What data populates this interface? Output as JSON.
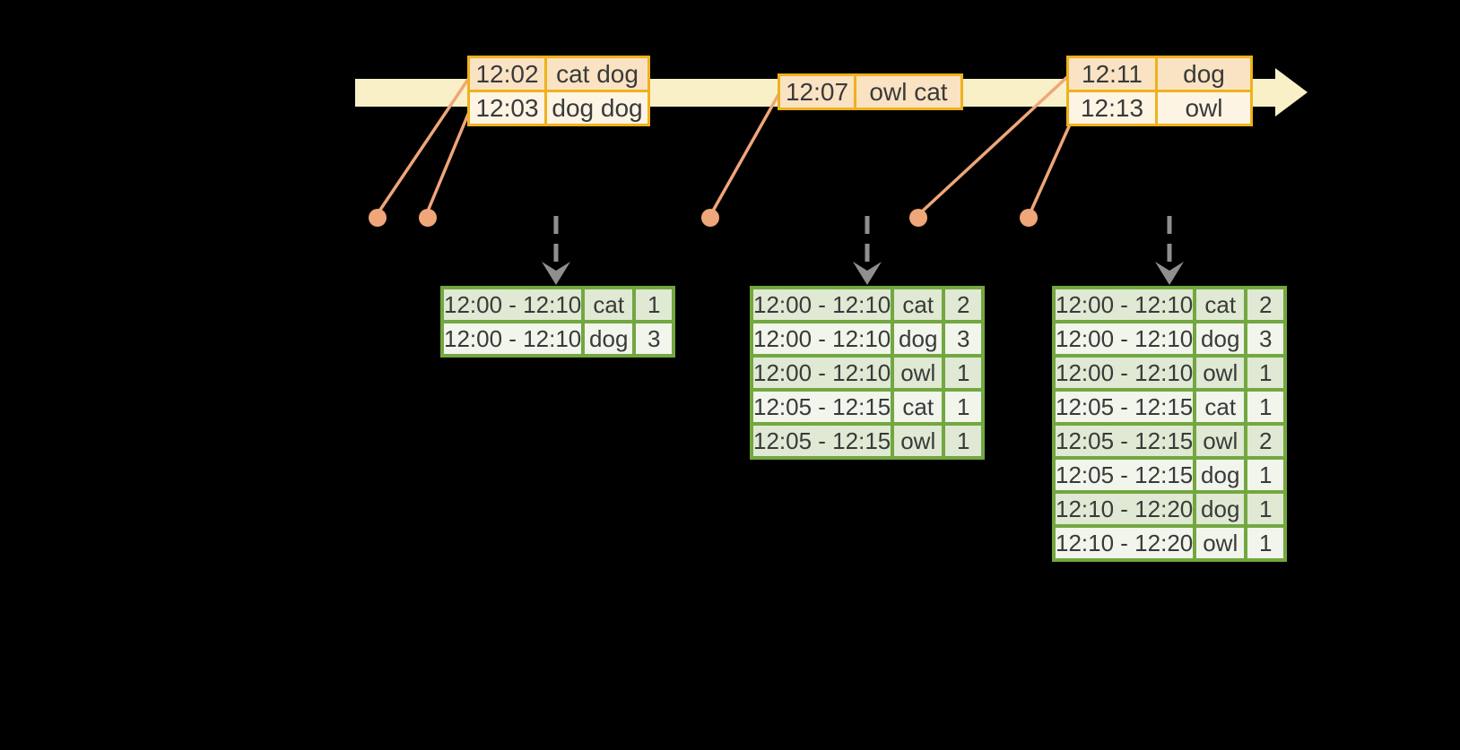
{
  "colors": {
    "background": "#000000",
    "timeline-fill": "#FAF0C8",
    "event-border": "#EFB11C",
    "event-row-dark": "#FAE3C3",
    "event-row-light": "#FDF4E4",
    "marker": "#EFA678",
    "trigger-arrow": "#8F8F8F",
    "result-border": "#73A740",
    "result-row-dark": "#DFE9D3",
    "result-row-light": "#F1F5EC",
    "text": "#3A3A3A"
  },
  "icons": {
    "timeline-arrow": "→",
    "event-dot": "●",
    "trigger-arrow": "↓"
  },
  "event_tables": [
    {
      "rows": [
        {
          "time": "12:02",
          "words": "cat dog"
        },
        {
          "time": "12:03",
          "words": "dog dog"
        }
      ]
    },
    {
      "rows": [
        {
          "time": "12:07",
          "words": "owl cat"
        }
      ]
    },
    {
      "rows": [
        {
          "time": "12:11",
          "words": "dog"
        },
        {
          "time": "12:13",
          "words": "owl"
        }
      ]
    }
  ],
  "result_tables": [
    {
      "rows": [
        {
          "window": "12:00 - 12:10",
          "word": "cat",
          "count": "1"
        },
        {
          "window": "12:00 - 12:10",
          "word": "dog",
          "count": "3"
        }
      ]
    },
    {
      "rows": [
        {
          "window": "12:00 - 12:10",
          "word": "cat",
          "count": "2"
        },
        {
          "window": "12:00 - 12:10",
          "word": "dog",
          "count": "3"
        },
        {
          "window": "12:00 - 12:10",
          "word": "owl",
          "count": "1"
        },
        {
          "window": "12:05 - 12:15",
          "word": "cat",
          "count": "1"
        },
        {
          "window": "12:05 - 12:15",
          "word": "owl",
          "count": "1"
        }
      ]
    },
    {
      "rows": [
        {
          "window": "12:00 - 12:10",
          "word": "cat",
          "count": "2"
        },
        {
          "window": "12:00 - 12:10",
          "word": "dog",
          "count": "3"
        },
        {
          "window": "12:00 - 12:10",
          "word": "owl",
          "count": "1"
        },
        {
          "window": "12:05 - 12:15",
          "word": "cat",
          "count": "1"
        },
        {
          "window": "12:05 - 12:15",
          "word": "owl",
          "count": "2"
        },
        {
          "window": "12:05 - 12:15",
          "word": "dog",
          "count": "1"
        },
        {
          "window": "12:10 - 12:20",
          "word": "dog",
          "count": "1"
        },
        {
          "window": "12:10 - 12:20",
          "word": "owl",
          "count": "1"
        }
      ]
    }
  ]
}
